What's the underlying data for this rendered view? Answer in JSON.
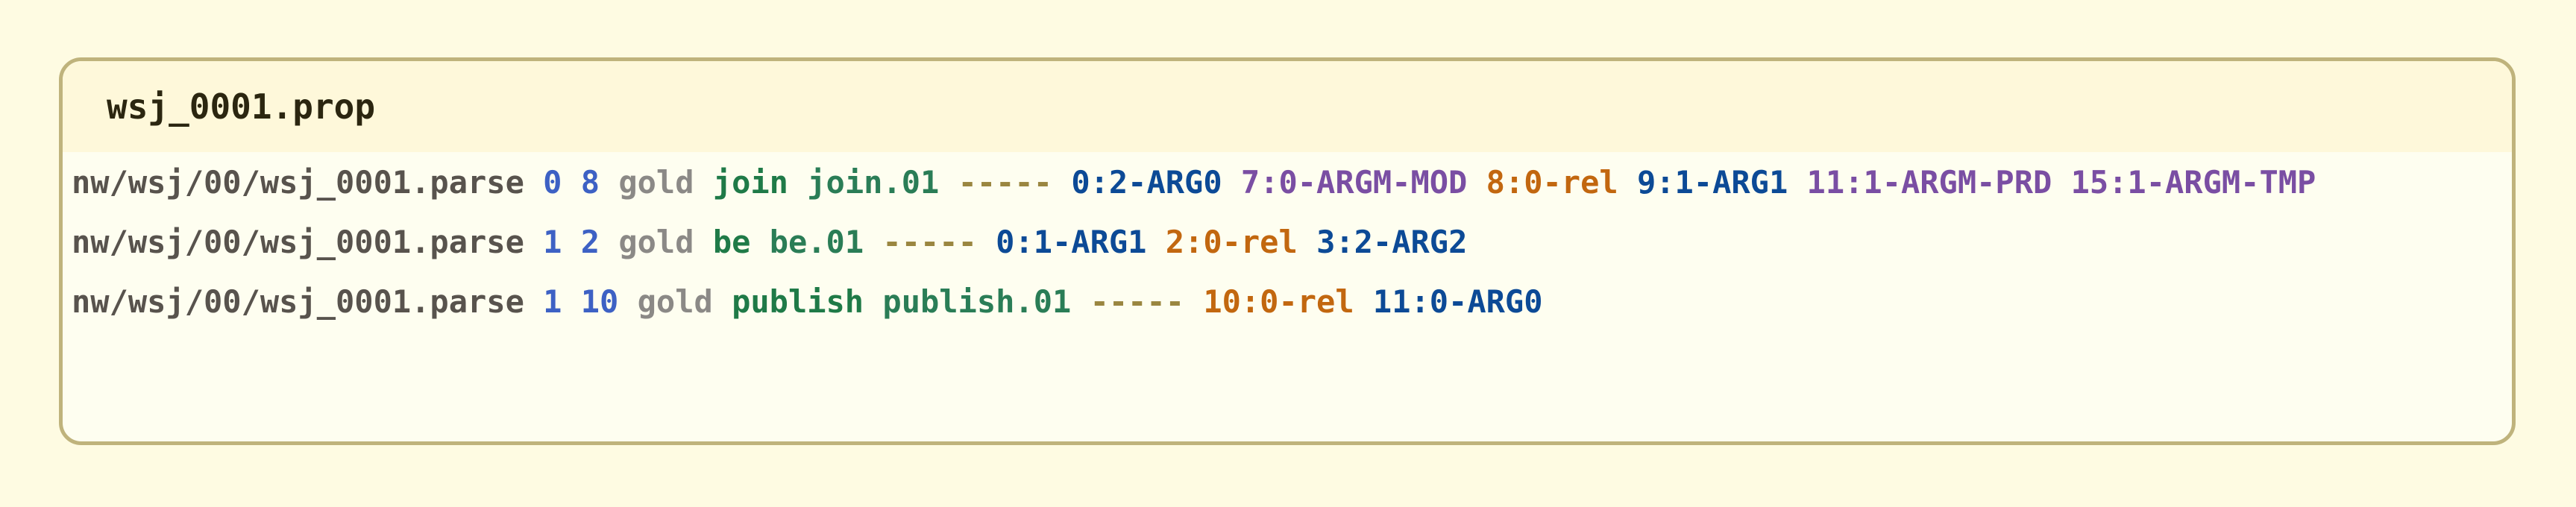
{
  "file": {
    "title": "wsj_0001.prop"
  },
  "rows": [
    {
      "path": "nw/wsj/00/wsj_0001.parse",
      "sentence": "0",
      "token": "8",
      "tag": "gold",
      "lemma": "join",
      "sense": "join.01",
      "dashes": "-----",
      "args": [
        {
          "text": "0:2-ARG0",
          "kind": "arg"
        },
        {
          "text": "7:0-ARGM-MOD",
          "kind": "argm"
        },
        {
          "text": "8:0-rel",
          "kind": "rel"
        },
        {
          "text": "9:1-ARG1",
          "kind": "arg"
        },
        {
          "text": "11:1-ARGM-PRD",
          "kind": "argm"
        },
        {
          "text": "15:1-ARGM-TMP",
          "kind": "argm"
        }
      ]
    },
    {
      "path": "nw/wsj/00/wsj_0001.parse",
      "sentence": "1",
      "token": "2",
      "tag": "gold",
      "lemma": "be",
      "sense": "be.01",
      "dashes": "-----",
      "args": [
        {
          "text": "0:1-ARG1",
          "kind": "arg"
        },
        {
          "text": "2:0-rel",
          "kind": "rel"
        },
        {
          "text": "3:2-ARG2",
          "kind": "arg"
        }
      ]
    },
    {
      "path": "nw/wsj/00/wsj_0001.parse",
      "sentence": "1",
      "token": "10",
      "tag": "gold",
      "lemma": "publish",
      "sense": "publish.01",
      "dashes": "-----",
      "args": [
        {
          "text": "10:0-rel",
          "kind": "rel"
        },
        {
          "text": "11:0-ARG0",
          "kind": "arg"
        }
      ]
    }
  ]
}
